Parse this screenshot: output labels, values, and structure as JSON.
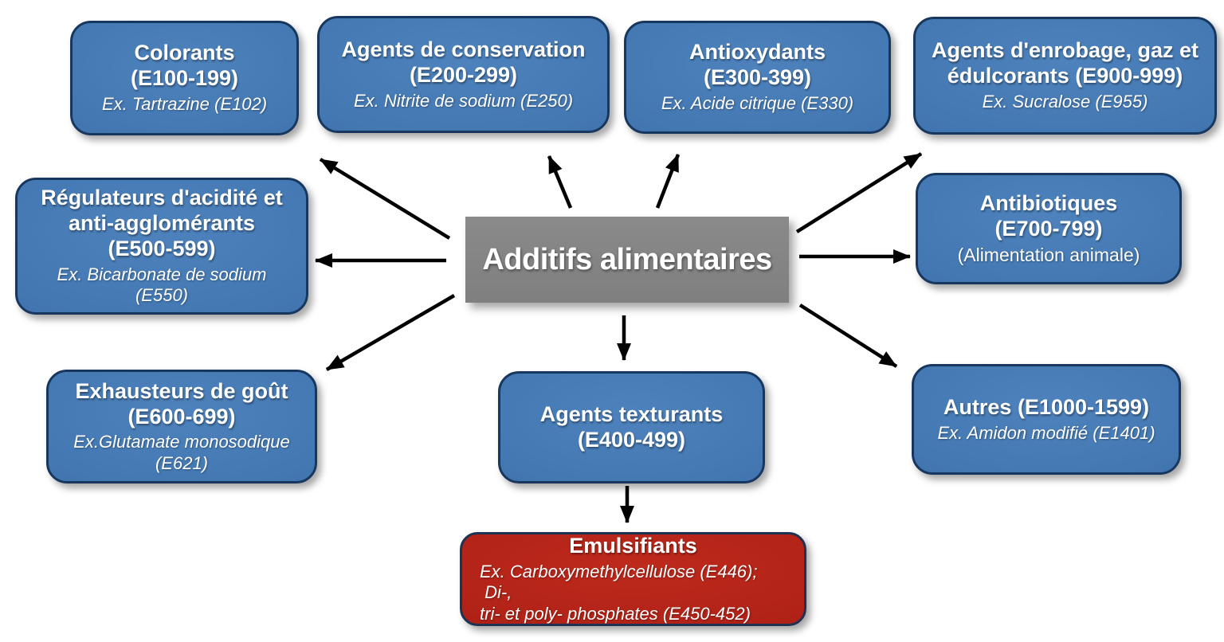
{
  "diagram_title": "Additifs alimentaires",
  "center": {
    "label": "Additifs alimentaires"
  },
  "nodes": {
    "colorants": {
      "title": [
        "Colorants",
        "(E100-199)"
      ],
      "example": [
        "Ex. Tartrazine (E102)"
      ]
    },
    "conservation": {
      "title": [
        "Agents de conservation",
        "(E200-299)"
      ],
      "example": [
        "Ex. Nitrite de sodium (E250)"
      ]
    },
    "antioxydants": {
      "title": [
        "Antioxydants",
        "(E300-399)"
      ],
      "example": [
        "Ex. Acide citrique (E330)"
      ]
    },
    "enrobage": {
      "title": [
        "Agents d'enrobage, gaz et",
        "édulcorants (E900-999)"
      ],
      "example": [
        "Ex. Sucralose (E955)"
      ]
    },
    "regulateurs": {
      "title": [
        "Régulateurs d'acidité et",
        "anti-agglomérants",
        "(E500-599)"
      ],
      "example": [
        "Ex. Bicarbonate de sodium",
        "(E550)"
      ]
    },
    "antibiotiques": {
      "title": [
        "Antibiotiques",
        "(E700-799)"
      ],
      "note": [
        "(Alimentation animale)"
      ]
    },
    "exhausteurs": {
      "title": [
        "Exhausteurs de goût",
        "(E600-699)"
      ],
      "example": [
        "Ex.Glutamate monosodique",
        "(E621)"
      ]
    },
    "texturants": {
      "title": [
        "Agents texturants",
        "(E400-499)"
      ]
    },
    "autres": {
      "title": [
        "Autres (E1000-1599)"
      ],
      "example": [
        "Ex. Amidon modifié (E1401)"
      ]
    },
    "emulsifiants": {
      "title": [
        "Emulsifiants"
      ],
      "example": [
        "Ex. Carboxymethylcellulose (E446);  Di-,",
        "tri- et poly- phosphates (E450-452)"
      ]
    }
  },
  "connections": [
    {
      "from": "additifs-alimentaires",
      "to": "colorants"
    },
    {
      "from": "additifs-alimentaires",
      "to": "agents-de-conservation"
    },
    {
      "from": "additifs-alimentaires",
      "to": "antioxydants"
    },
    {
      "from": "additifs-alimentaires",
      "to": "agents-enrobage"
    },
    {
      "from": "additifs-alimentaires",
      "to": "regulateurs"
    },
    {
      "from": "additifs-alimentaires",
      "to": "antibiotiques"
    },
    {
      "from": "additifs-alimentaires",
      "to": "exhausteurs"
    },
    {
      "from": "additifs-alimentaires",
      "to": "agents-texturants"
    },
    {
      "from": "additifs-alimentaires",
      "to": "autres"
    },
    {
      "from": "agents-texturants",
      "to": "emulsifiants"
    }
  ],
  "colors": {
    "category_blue": "#4377B1",
    "highlight_red": "#B12217",
    "center_gray": "#7F7F7F",
    "box_border_navy": "#17375E",
    "arrow_black": "#000000",
    "text_white": "#FFFFFF"
  }
}
